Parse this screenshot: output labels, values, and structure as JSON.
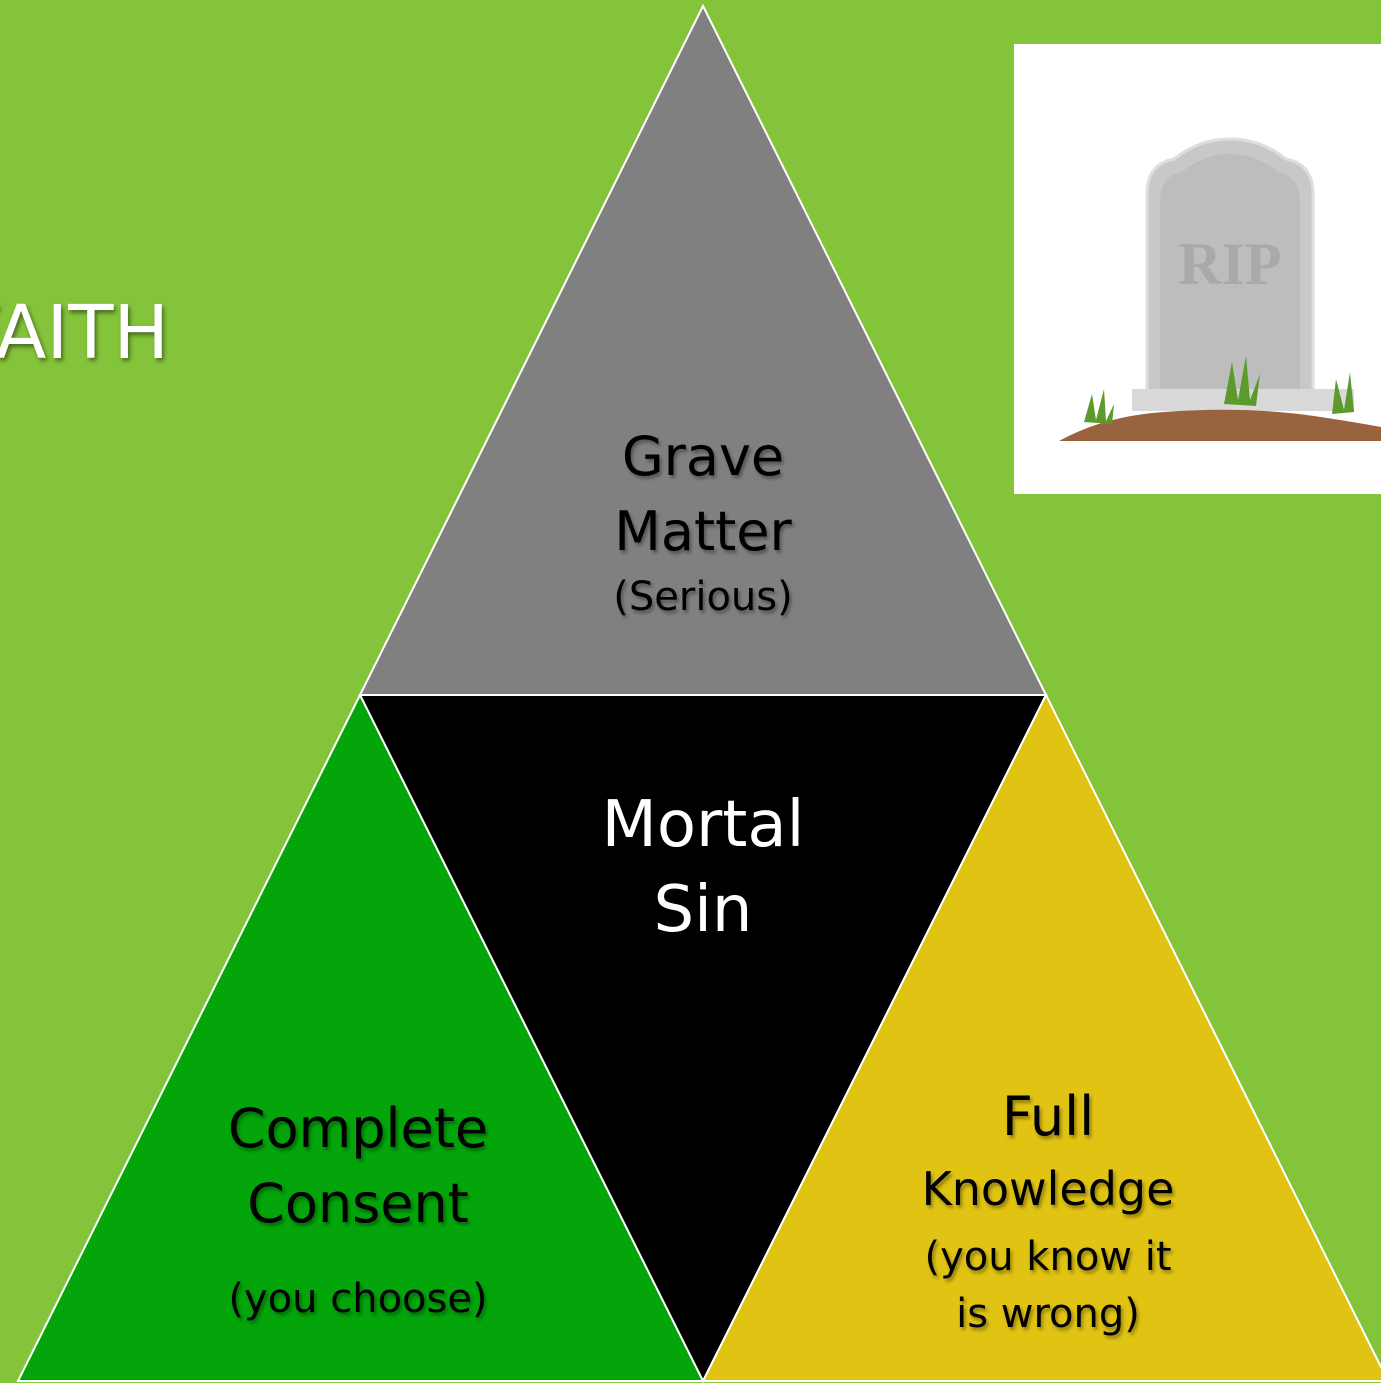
{
  "slide": {
    "title_fragment": "FAITH"
  },
  "image": {
    "epitaph": "RIP",
    "icon": "tombstone-icon"
  },
  "diagram": {
    "top": {
      "line1": "Grave",
      "line2": "Matter",
      "note": "(Serious)",
      "color": "#808080"
    },
    "center": {
      "line1": "Mortal",
      "line2": "Sin",
      "color": "#000000"
    },
    "left": {
      "line1": "Complete",
      "line2": "Consent",
      "note": "(you choose)",
      "color": "#03a50b"
    },
    "right": {
      "line1": "Full",
      "line2": "Knowledge",
      "note1": "(you know it",
      "note2": "is wrong)",
      "color": "#e0c313"
    }
  }
}
